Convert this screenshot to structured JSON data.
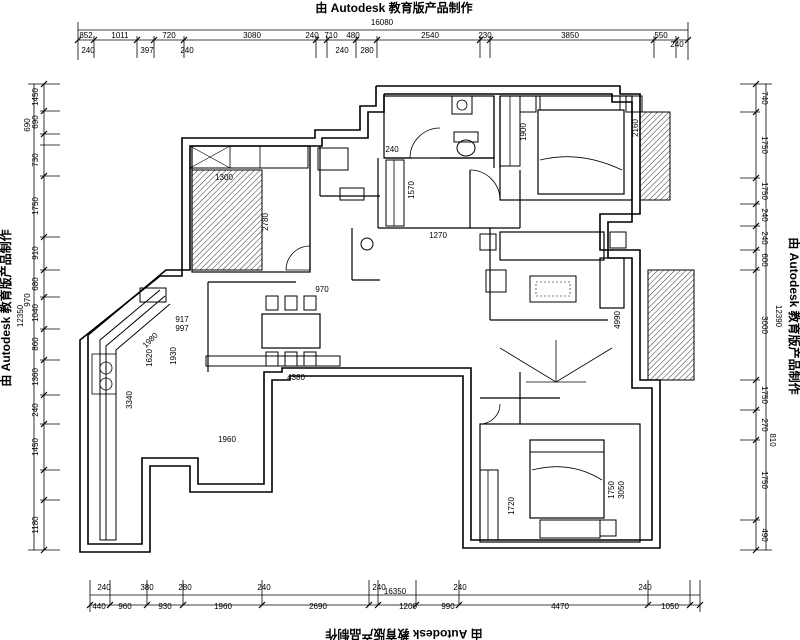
{
  "watermark": {
    "top": "由 Autodesk 教育版产品制作",
    "bottom": "由 Autodesk 教育版产品制作",
    "left": "由 Autodesk 教育版产品制作",
    "right": "由 Autodesk 教育版产品制作"
  },
  "totals": {
    "top": "16080",
    "bottom": "16350",
    "left": "12350",
    "right": "12390"
  },
  "dims_top": [
    "852",
    "1011",
    "397",
    "720",
    "3080",
    "240",
    "710",
    "480",
    "280",
    "2540",
    "230",
    "3850",
    "550",
    "240",
    "240",
    "240",
    "240"
  ],
  "dims_bottom": [
    "440",
    "960",
    "930",
    "1960",
    "2690",
    "1200",
    "990",
    "4470",
    "1050",
    "240",
    "380",
    "280",
    "240",
    "240",
    "240",
    "240"
  ],
  "dims_left": [
    "1450",
    "690",
    "690",
    "730",
    "1750",
    "910",
    "680",
    "1040",
    "970",
    "860",
    "1360",
    "240",
    "1450",
    "1180"
  ],
  "dims_right": [
    "740",
    "1750",
    "1750",
    "240",
    "240",
    "600",
    "3000",
    "1750",
    "270",
    "810",
    "1750",
    "490"
  ],
  "inner_dims": {
    "d_1900": "1900",
    "d_2160": "2160",
    "d_1570": "1570",
    "d_1270": "1270",
    "d_970": "970",
    "d_917": "917",
    "d_997": "997",
    "d_1620": "1620",
    "d_1930": "1930",
    "d_3340": "3340",
    "d_1960": "1960",
    "d_4990": "4990",
    "d_3050": "3050",
    "d_1750": "1750",
    "d_1720": "1720",
    "d_2780": "2780",
    "d_1300": "1300",
    "d_4380": "4380",
    "d_1980": "1980",
    "d_240a": "240"
  }
}
